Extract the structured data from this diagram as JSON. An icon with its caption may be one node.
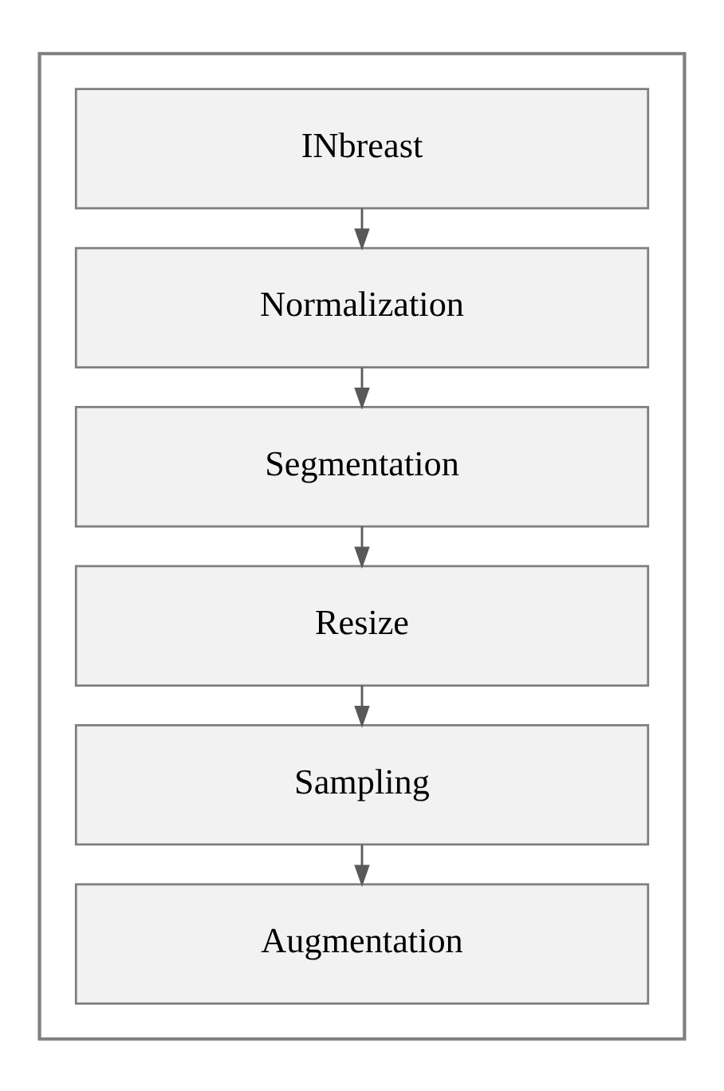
{
  "diagram": {
    "nodes": [
      {
        "text": [],
        "shape": "box"
      },
      {
        "text": [
          "INbreast"
        ],
        "in": 0
      },
      {
        "text": [
          "Normalization"
        ],
        "in": 0
      },
      {
        "text": [
          "Segmentation"
        ],
        "in": 0
      },
      {
        "text": [
          "Resize"
        ],
        "in": 0
      },
      {
        "text": [
          "Sampling"
        ],
        "in": 0
      },
      {
        "text": [
          "Augmentation"
        ],
        "in": 0
      }
    ],
    "edges": [
      {
        "from": 1,
        "to": 2,
        "arrow": "to"
      },
      {
        "from": 2,
        "to": 3,
        "arrow": "to"
      },
      {
        "from": 3,
        "to": 4,
        "arrow": "to"
      },
      {
        "from": 4,
        "to": 5,
        "arrow": "to"
      },
      {
        "from": 5,
        "to": 6,
        "arrow": "to"
      }
    ]
  }
}
